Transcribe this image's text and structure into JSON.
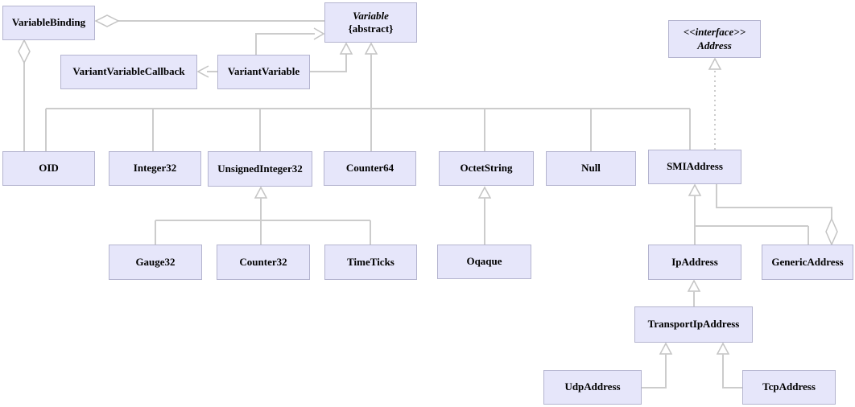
{
  "diagram_type": "uml-class-diagram",
  "colors": {
    "background": "#ffffff",
    "box_fill": "#e6e6fa",
    "box_border": "#b4b4cf",
    "connector": "#cccccc",
    "text": "#000000"
  },
  "classes": {
    "variable_binding": {
      "name": "VariableBinding"
    },
    "variable": {
      "name": "Variable",
      "qualifier": "{abstract}"
    },
    "address": {
      "stereotype": "<<interface>>",
      "name": "Address"
    },
    "variant_variable_callback": {
      "name": "VariantVariableCallback"
    },
    "variant_variable": {
      "name": "VariantVariable"
    },
    "oid": {
      "name": "OID"
    },
    "integer32": {
      "name": "Integer32"
    },
    "unsigned_integer32": {
      "name": "UnsignedInteger32"
    },
    "counter64": {
      "name": "Counter64"
    },
    "octet_string": {
      "name": "OctetString"
    },
    "null": {
      "name": "Null"
    },
    "smi_address": {
      "name": "SMIAddress"
    },
    "gauge32": {
      "name": "Gauge32"
    },
    "counter32": {
      "name": "Counter32"
    },
    "time_ticks": {
      "name": "TimeTicks"
    },
    "oqaque": {
      "name": "Oqaque"
    },
    "ip_address": {
      "name": "IpAddress"
    },
    "generic_address": {
      "name": "GenericAddress"
    },
    "transport_ip_address": {
      "name": "TransportIpAddress"
    },
    "udp_address": {
      "name": "UdpAddress"
    },
    "tcp_address": {
      "name": "TcpAddress"
    }
  },
  "relationships": [
    {
      "from": "VariableBinding",
      "to": "Variable",
      "type": "aggregation"
    },
    {
      "from": "VariableBinding",
      "to": "OID",
      "type": "aggregation"
    },
    {
      "from": "VariantVariable",
      "to": "VariantVariableCallback",
      "type": "dependency"
    },
    {
      "from": "VariantVariable",
      "to": "Variable",
      "type": "dependency"
    },
    {
      "from": "VariantVariable",
      "to": "Variable",
      "type": "generalization"
    },
    {
      "from": "OID",
      "to": "Variable",
      "type": "generalization"
    },
    {
      "from": "Integer32",
      "to": "Variable",
      "type": "generalization"
    },
    {
      "from": "UnsignedInteger32",
      "to": "Variable",
      "type": "generalization"
    },
    {
      "from": "Counter64",
      "to": "Variable",
      "type": "generalization"
    },
    {
      "from": "OctetString",
      "to": "Variable",
      "type": "generalization"
    },
    {
      "from": "Null",
      "to": "Variable",
      "type": "generalization"
    },
    {
      "from": "SMIAddress",
      "to": "Variable",
      "type": "generalization"
    },
    {
      "from": "SMIAddress",
      "to": "Address",
      "type": "realization"
    },
    {
      "from": "Gauge32",
      "to": "UnsignedInteger32",
      "type": "generalization"
    },
    {
      "from": "Counter32",
      "to": "UnsignedInteger32",
      "type": "generalization"
    },
    {
      "from": "TimeTicks",
      "to": "UnsignedInteger32",
      "type": "generalization"
    },
    {
      "from": "Oqaque",
      "to": "OctetString",
      "type": "generalization"
    },
    {
      "from": "IpAddress",
      "to": "SMIAddress",
      "type": "generalization"
    },
    {
      "from": "GenericAddress",
      "to": "SMIAddress",
      "type": "generalization"
    },
    {
      "from": "GenericAddress",
      "to": "SMIAddress",
      "type": "aggregation"
    },
    {
      "from": "TransportIpAddress",
      "to": "IpAddress",
      "type": "generalization"
    },
    {
      "from": "UdpAddress",
      "to": "TransportIpAddress",
      "type": "generalization"
    },
    {
      "from": "TcpAddress",
      "to": "TransportIpAddress",
      "type": "generalization"
    }
  ]
}
